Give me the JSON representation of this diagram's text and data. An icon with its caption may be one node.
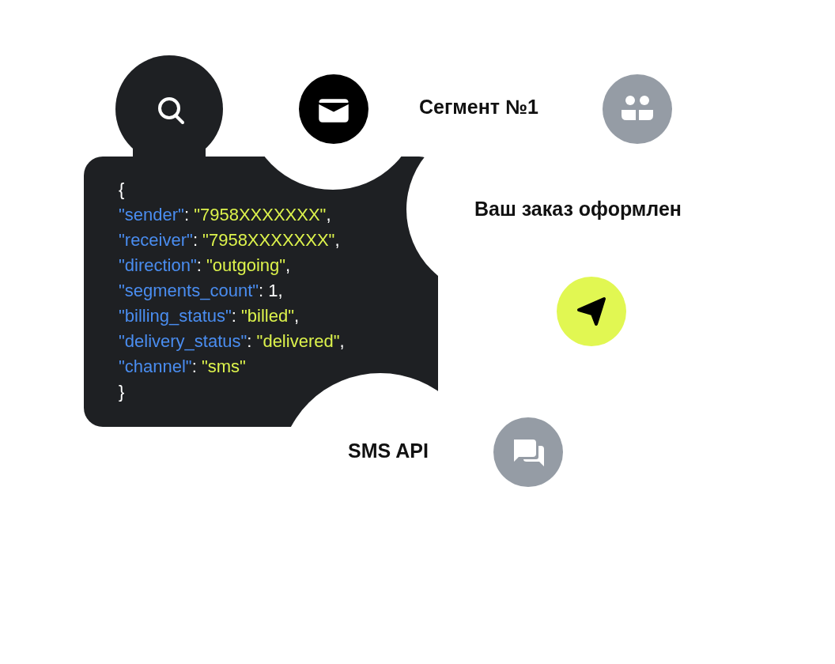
{
  "diagram": {
    "nodes": [
      {
        "text": [
          "{",
          "\"sender\": \"7958XXXXXXX\",",
          "\"receiver\": \"7958XXXXXXX\",",
          "\"direction\": \"outgoing\",",
          "\"segments_count\": 1,",
          "\"billing_status\": \"billed\",",
          "\"delivery_status\": \"delivered\",",
          "\"channel\": \"sms\"",
          "}"
        ]
      }
    ],
    "edges": [],
    "labels": [
      "Сегмент №1",
      "Ваш заказ оформлен",
      "SMS API"
    ]
  }
}
